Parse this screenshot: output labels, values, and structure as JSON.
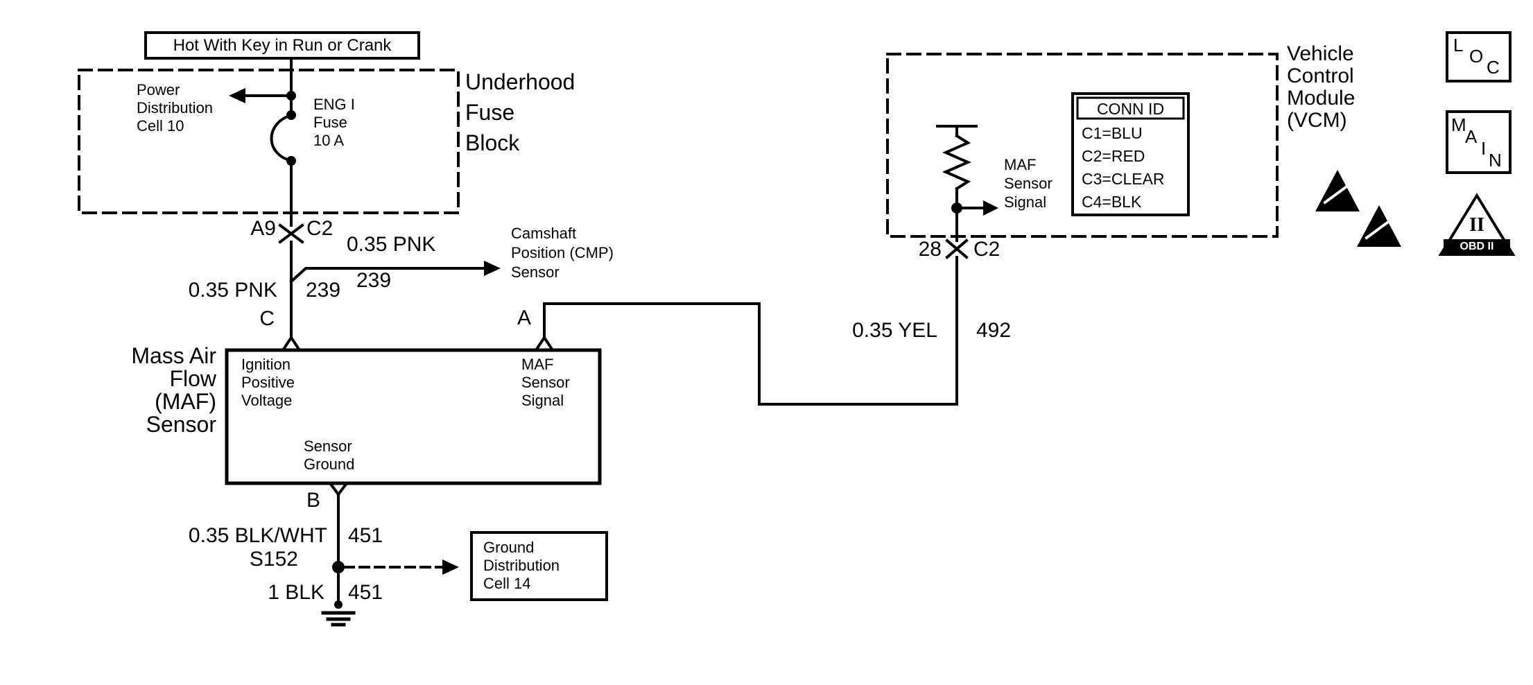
{
  "colors": {
    "ink": "#000000",
    "paper": "#ffffff"
  },
  "icons": [
    "fuse-icon",
    "connector-icon",
    "terminal-chevron-icon",
    "arrow-icon",
    "resistor-icon",
    "splice-dot-icon",
    "ground-icon",
    "esd-warning-icon",
    "obd-ii-icon"
  ],
  "diagram": {
    "title_banner": "Hot With Key in Run or Crank",
    "underhood_fuse_block": {
      "label": "Underhood\nFuse\nBlock",
      "power_distribution": "Power\nDistribution\nCell 10",
      "fuse": "ENG I\nFuse\n10 A"
    },
    "connectors": {
      "a9": "A9",
      "c2_left": "C2",
      "pin_28": "28",
      "c2_right": "C2",
      "terminal_a": "A",
      "terminal_b": "B",
      "terminal_c": "C"
    },
    "wires": {
      "cmp_branch": {
        "size": "0.35 PNK",
        "circuit": "239"
      },
      "maf_feed": {
        "size": "0.35 PNK",
        "circuit": "239"
      },
      "maf_signal": {
        "size": "0.35 YEL",
        "circuit": "492"
      },
      "ground_upper": {
        "size": "0.35 BLK/WHT",
        "circuit": "451"
      },
      "ground_lower": {
        "size": "1 BLK",
        "circuit": "451"
      }
    },
    "cmp_sensor_ref": "Camshaft\nPosition (CMP)\nSensor",
    "maf_sensor": {
      "label": "Mass Air\nFlow\n(MAF)\nSensor",
      "pin_ignition": "Ignition\nPositive\nVoltage",
      "pin_signal": "MAF\nSensor\nSignal",
      "pin_ground": "Sensor\nGround"
    },
    "vcm": {
      "label": "Vehicle\nControl\nModule\n(VCM)",
      "signal_label": "MAF\nSensor\nSignal",
      "conn_id": {
        "header": "CONN ID",
        "rows": "C1=BLU\nC2=RED\nC3=CLEAR\nC4=BLK"
      }
    },
    "splice": "S152",
    "ground_dist_ref": "Ground\nDistribution\nCell 14",
    "badges": {
      "loc": {
        "l": "L",
        "o": "O",
        "c": "C"
      },
      "main": {
        "m": "M",
        "a": "A",
        "i": "I",
        "n": "N"
      },
      "obd": {
        "numeral": "II",
        "label": "OBD II"
      }
    }
  }
}
